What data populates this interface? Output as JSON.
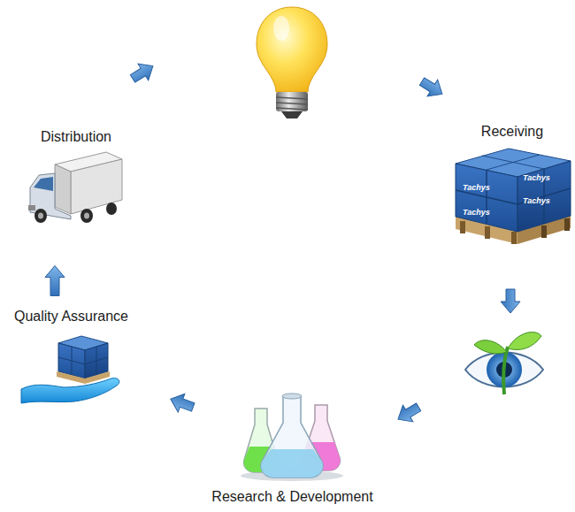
{
  "diagram": {
    "nodes": [
      {
        "text": [
          "Distribution"
        ]
      },
      {
        "text": [
          "Receiving"
        ]
      },
      {
        "text": [
          "Quality Assurance"
        ]
      },
      {
        "text": [
          "Research & Development"
        ]
      }
    ],
    "edges": [
      {
        "from": 2,
        "to": 0,
        "arrow": "to"
      }
    ],
    "labels": [
      "Tachys",
      "Tachys",
      "Tachys",
      "Tachys"
    ]
  }
}
